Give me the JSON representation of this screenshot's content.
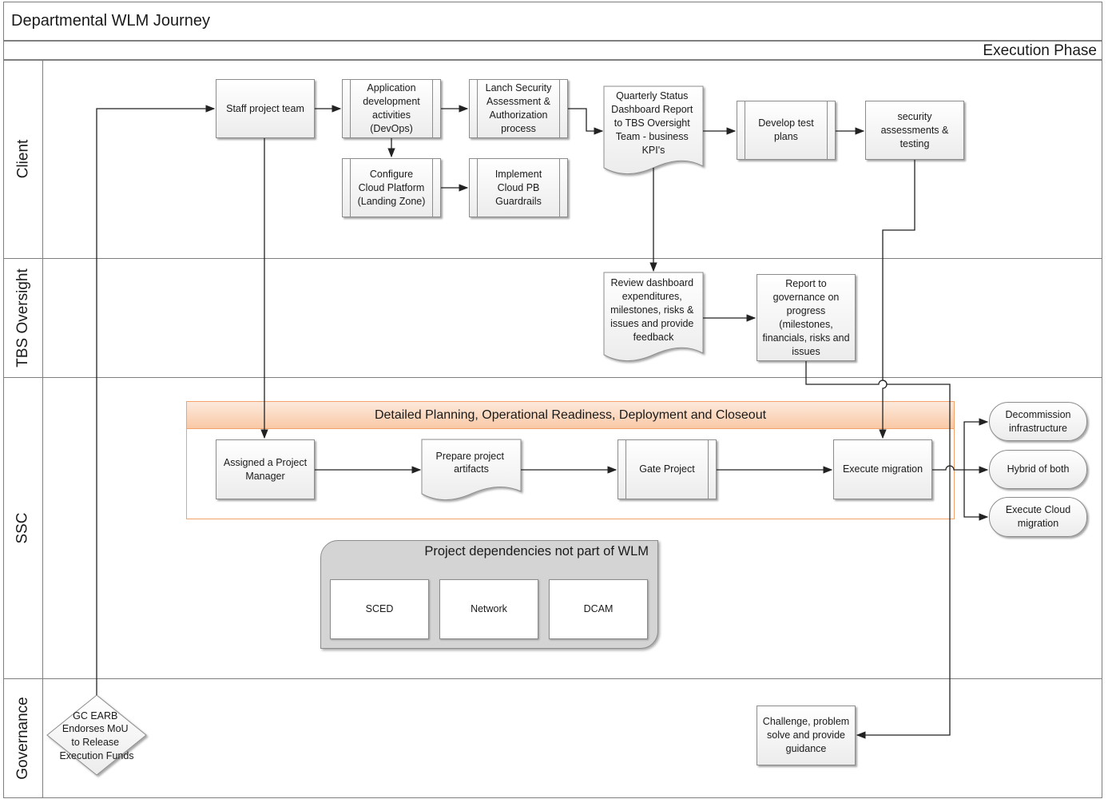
{
  "title": "Departmental WLM Journey",
  "phase": "Execution Phase",
  "lanes": [
    "Client",
    "TBS Oversight",
    "SSC",
    "Governance"
  ],
  "client": {
    "staff_team": "Staff project team",
    "app_dev": [
      "Application",
      "development",
      "activities",
      "(DevOps)"
    ],
    "security_assess": [
      "Lanch Security",
      "Assessment &",
      "Authorization",
      "process"
    ],
    "quarterly": [
      "Quarterly Status",
      "Dashboard Report",
      "to TBS Oversight",
      "Team - business",
      "KPI's"
    ],
    "test_plans": [
      "Develop test",
      "plans"
    ],
    "sec_testing": [
      "security",
      "assessments &",
      "testing"
    ],
    "configure": [
      "Configure",
      "Cloud Platform",
      "(Landing Zone)"
    ],
    "guardrails": [
      "Implement",
      "Cloud PB",
      "Guardrails"
    ]
  },
  "tbs": {
    "review": [
      "Review dashboard",
      "expenditures,",
      "milestones, risks &",
      "issues and provide",
      "feedback"
    ],
    "report": [
      "Report to",
      "governance on",
      "progress",
      "(milestones,",
      "financials, risks and",
      "issues"
    ]
  },
  "ssc": {
    "group_title": "Detailed Planning, Operational Readiness, Deployment and Closeout",
    "assigned_pm": [
      "Assigned a Project",
      "Manager"
    ],
    "prepare": [
      "Prepare project",
      "artifacts"
    ],
    "gate": "Gate Project",
    "execute": "Execute migration",
    "decommission": [
      "Decommission",
      "infrastructure"
    ],
    "hybrid": "Hybrid of both",
    "execute_cloud": [
      "Execute Cloud",
      "migration"
    ],
    "deps_title": "Project dependencies not part of WLM",
    "deps": [
      "SCED",
      "Network",
      "DCAM"
    ]
  },
  "governance": {
    "gc_earb": [
      "GC EARB",
      "Endorses MoU",
      "to Release",
      "Execution Funds"
    ],
    "challenge": [
      "Challenge, problem",
      "solve and provide",
      "guidance"
    ]
  }
}
